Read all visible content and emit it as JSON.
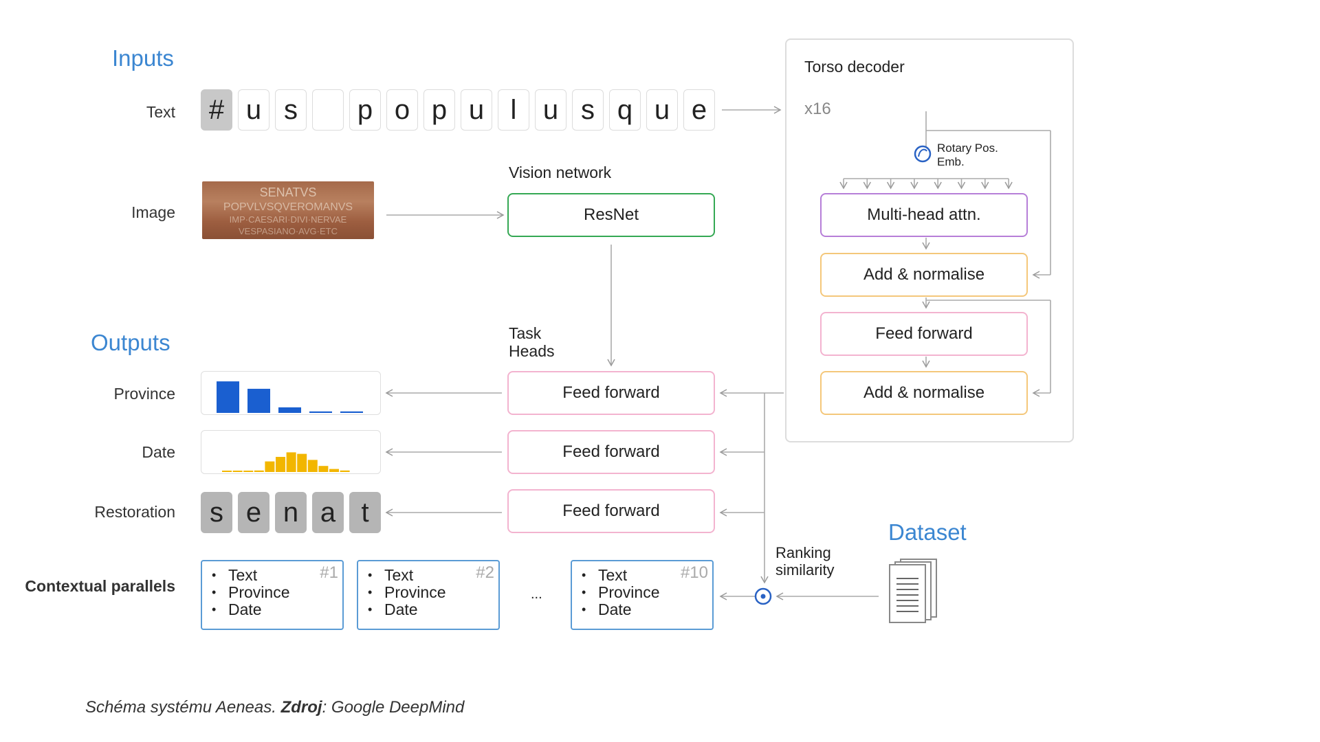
{
  "inputs": {
    "title": "Inputs",
    "text_label": "Text",
    "image_label": "Image",
    "text_tokens": [
      "#",
      "u",
      "s",
      "",
      "p",
      "o",
      "p",
      "u",
      "l",
      "u",
      "s",
      "q",
      "u",
      "e"
    ],
    "image_inscription": [
      "SENATVS",
      "POPVLVSQVEROMANVS",
      "IMP·CAESARI·DIVI·NERVAE",
      "VESPASIANO·AVG·ETC"
    ]
  },
  "vision": {
    "title": "Vision network",
    "resnet": "ResNet"
  },
  "outputs": {
    "title": "Outputs",
    "province_label": "Province",
    "date_label": "Date",
    "restoration_label": "Restoration",
    "contextual_label": "Contextual parallels",
    "restoration_tokens": [
      "s",
      "e",
      "n",
      "a",
      "t"
    ]
  },
  "task_heads": {
    "title": "Task Heads",
    "ff1": "Feed forward",
    "ff2": "Feed forward",
    "ff3": "Feed forward"
  },
  "decoder": {
    "title": "Torso decoder",
    "repeat": "x16",
    "rotary": "Rotary Pos. Emb.",
    "mha": "Multi-head attn.",
    "addnorm1": "Add & normalise",
    "ff": "Feed forward",
    "addnorm2": "Add & normalise"
  },
  "parallels": [
    {
      "items": [
        "Text",
        "Province",
        "Date"
      ],
      "num": "#1"
    },
    {
      "items": [
        "Text",
        "Province",
        "Date"
      ],
      "num": "#2"
    },
    {
      "items": [
        "Text",
        "Province",
        "Date"
      ],
      "num": "#10"
    }
  ],
  "ellipsis": "...",
  "ranking": "Ranking similarity",
  "dataset": "Dataset",
  "caption": {
    "part1": "Schéma systému Aeneas. ",
    "bold": "Zdroj",
    "part2": ": Google DeepMind"
  },
  "colors": {
    "accent_blue": "#3b86d1",
    "province_bar": "#1a5fd0",
    "date_bar": "#f2b600"
  },
  "chart_data": [
    {
      "type": "bar",
      "name_hint": "province",
      "values": [
        0.85,
        0.65,
        0.15,
        0.04,
        0.04
      ]
    },
    {
      "type": "bar",
      "name_hint": "date",
      "values": [
        0.02,
        0.02,
        0.02,
        0.05,
        0.35,
        0.5,
        0.65,
        0.6,
        0.4,
        0.2,
        0.1,
        0.05
      ]
    }
  ]
}
